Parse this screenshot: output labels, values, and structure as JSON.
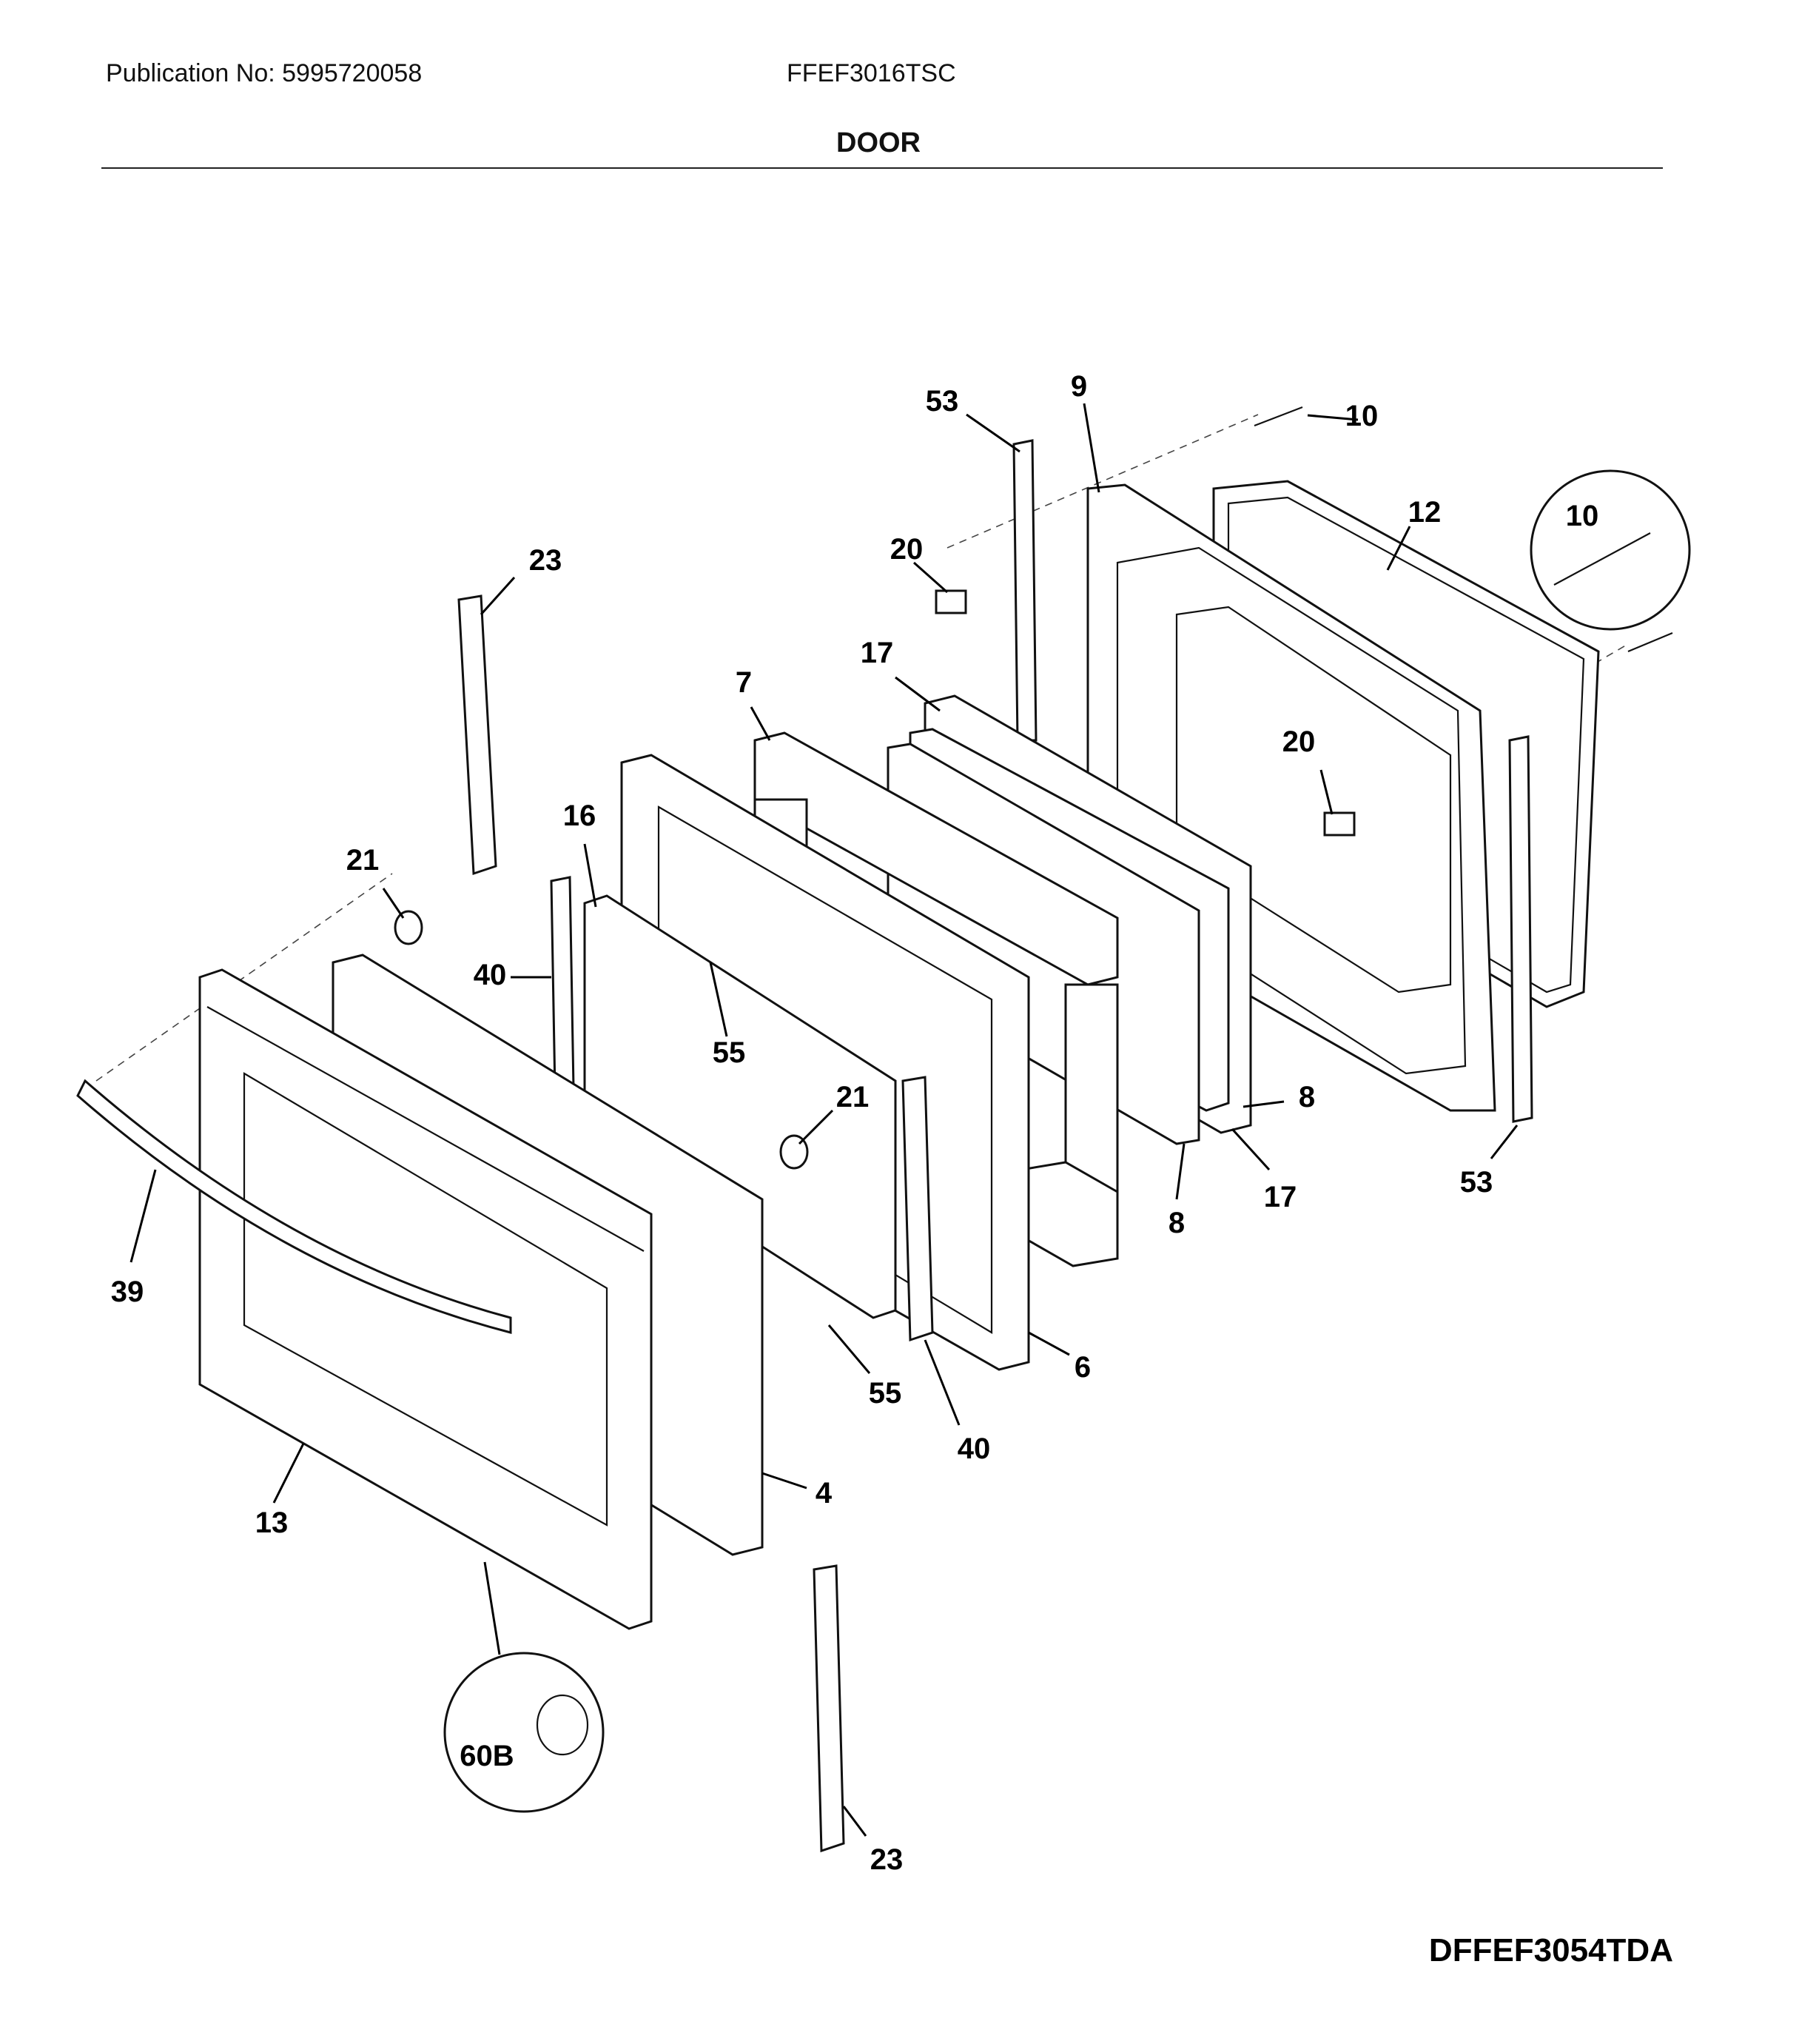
{
  "header": {
    "publication": "Publication No: 5995720058",
    "model": "FFEF3016TSC",
    "section": "DOOR"
  },
  "diagram_code": "DFFEF3054TDA",
  "callouts": [
    "53",
    "9",
    "10",
    "12",
    "10",
    "20",
    "23",
    "17",
    "7",
    "20",
    "16",
    "21",
    "40",
    "55",
    "21",
    "8",
    "39",
    "17",
    "8",
    "53",
    "6",
    "55",
    "40",
    "13",
    "4",
    "60B",
    "23"
  ]
}
